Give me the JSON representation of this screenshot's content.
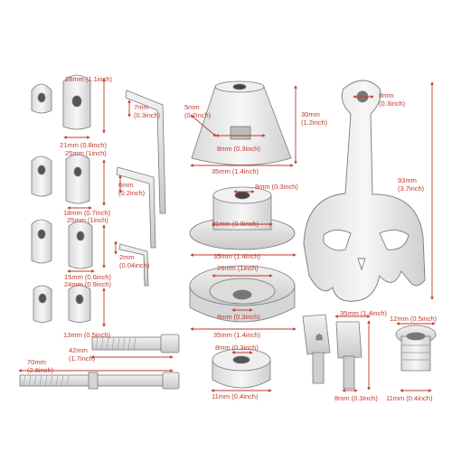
{
  "colors": {
    "dimension": "#c0392b",
    "part_outline": "#6b6b6b",
    "part_fill": "#e4e4e4",
    "background": "#ffffff"
  },
  "dims": {
    "d28": {
      "mm": "28mm",
      "inch": "(1.1inch)"
    },
    "d21": {
      "mm": "21mm",
      "inch": "(0.8inch)"
    },
    "d25a": {
      "mm": "25mm",
      "inch": "(1inch)"
    },
    "d18": {
      "mm": "18mm",
      "inch": "(0.7inch)"
    },
    "d25b": {
      "mm": "25mm",
      "inch": "(1inch)"
    },
    "d15": {
      "mm": "15mm",
      "inch": "(0.6inch)"
    },
    "d24": {
      "mm": "24mm",
      "inch": "(0.9inch)"
    },
    "d13": {
      "mm": "13mm",
      "inch": "(0.5inch)"
    },
    "d7": {
      "mm": "7mm",
      "inch": "(0.3inch)"
    },
    "d6": {
      "mm": "6mm",
      "inch": "(0.2inch)"
    },
    "d2": {
      "mm": "2mm",
      "inch": "(0.04inch)"
    },
    "d5": {
      "mm": "5mm",
      "inch": "(0.2inch)"
    },
    "d8a": {
      "mm": "8mm",
      "inch": "(0.3inch)"
    },
    "d30": {
      "mm": "30mm",
      "inch": "(1.2inch)"
    },
    "d35a": {
      "mm": "35mm",
      "inch": "(1.4inch)"
    },
    "d8b": {
      "mm": "8mm",
      "inch": "(0.3inch)"
    },
    "d21b": {
      "mm": "21mm",
      "inch": "(0.8inch)"
    },
    "d35b": {
      "mm": "35mm",
      "inch": "(1.4inch)"
    },
    "d26": {
      "mm": "26mm",
      "inch": "(1inch)"
    },
    "d8c": {
      "mm": "8mm",
      "inch": "(0.3inch)"
    },
    "d35c": {
      "mm": "35mm",
      "inch": "(1.4inch)"
    },
    "d8d": {
      "mm": "8mm",
      "inch": "(0.3inch)"
    },
    "d11a": {
      "mm": "11mm",
      "inch": "(0.4inch)"
    },
    "d8e": {
      "mm": "8mm",
      "inch": "(0.3inch)"
    },
    "d93": {
      "mm": "93mm",
      "inch": "(3.7inch)"
    },
    "d35d": {
      "mm": "35mm",
      "inch": "(1.4inch)"
    },
    "d12": {
      "mm": "12mm",
      "inch": "(0.5inch)"
    },
    "d8f": {
      "mm": "8mm",
      "inch": "(0.3inch)"
    },
    "d11b": {
      "mm": "11mm",
      "inch": "(0.4inch)"
    },
    "d42": {
      "mm": "42mm",
      "inch": "(1.7inch)"
    },
    "d70": {
      "mm": "70mm",
      "inch": "(2.8inch)"
    }
  }
}
